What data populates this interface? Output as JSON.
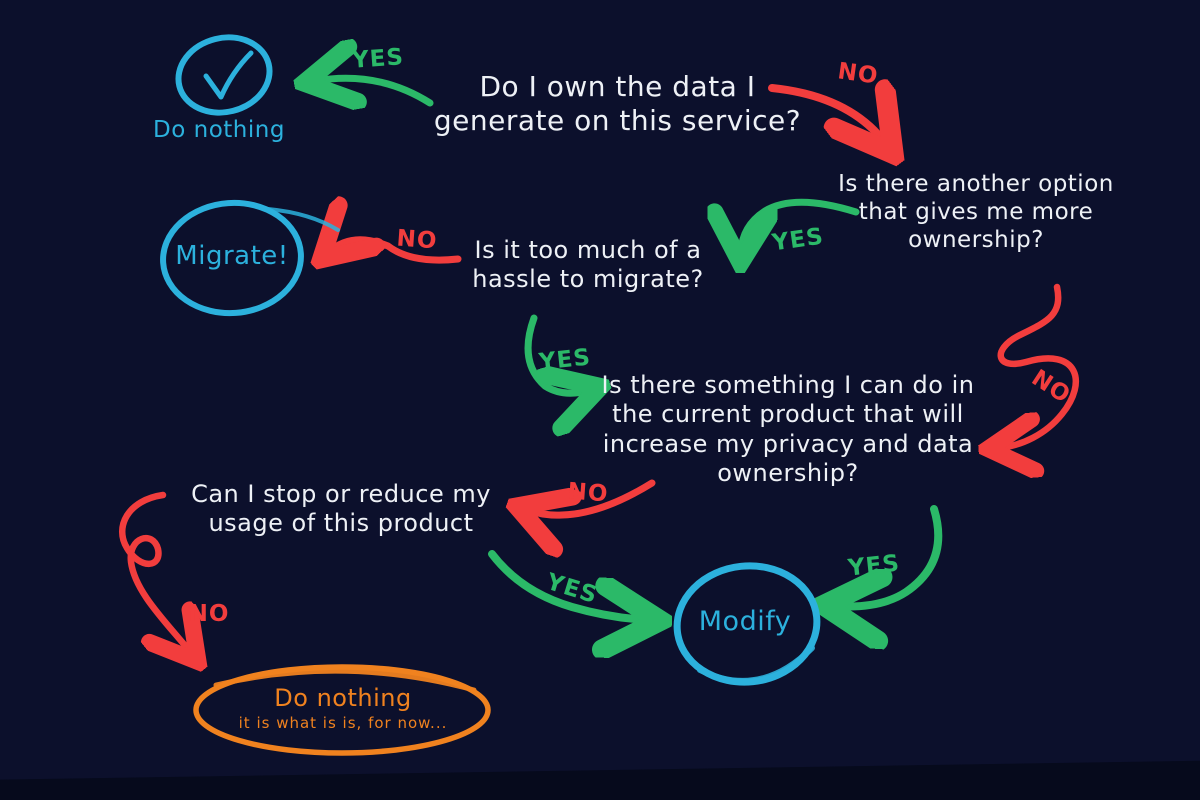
{
  "colors": {
    "background": "#0c102c",
    "background_bottom": "#060a1c",
    "cyan": "#2cb1dd",
    "green": "#2bb968",
    "red": "#f23d3d",
    "orange": "#f0821f",
    "text": "#eef1f6"
  },
  "nodes": {
    "main_question": "Do I own the data I generate on this service?",
    "do_nothing_top": "Do nothing",
    "another_option": "Is there another option that gives me more ownership?",
    "hassle": "Is it too much of a hassle to migrate?",
    "migrate": "Migrate!",
    "improve": "Is there something I can do in the current product that will increase my privacy and data ownership?",
    "stop_reduce": "Can I stop or reduce my usage of this product",
    "modify": "Modify",
    "do_nothing_bottom": "Do nothing",
    "do_nothing_bottom_sub": "it is what is is, for now..."
  },
  "edge_labels": {
    "yes_top": "YES",
    "no_top": "NO",
    "yes_right": "YES",
    "no_mid": "NO",
    "yes_mid": "YES",
    "no_loop_right": "NO",
    "no_left": "NO",
    "yes_bottom_left": "YES",
    "yes_right_modify": "YES",
    "no_loop_bottom": "NO"
  }
}
